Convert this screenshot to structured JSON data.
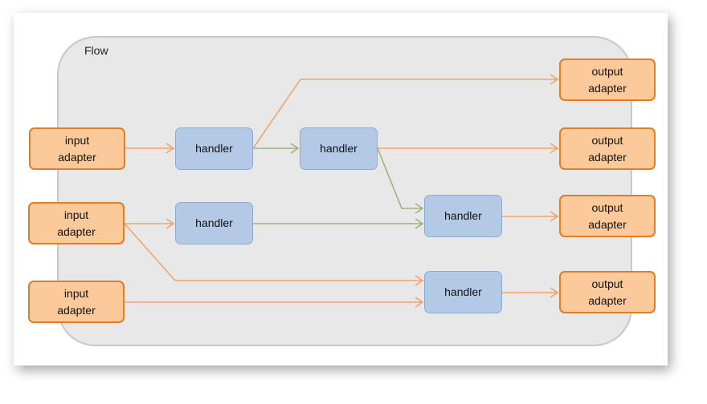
{
  "flow": {
    "label": "Flow"
  },
  "nodes": {
    "input_1": "input\nadapter",
    "input_2": "input\nadapter",
    "input_3": "input\nadapter",
    "handler_1": "handler",
    "handler_2": "handler",
    "handler_3": "handler",
    "handler_4": "handler",
    "handler_5": "handler",
    "output_1": "output\nadapter",
    "output_2": "output\nadapter",
    "output_3": "output\nadapter",
    "output_4": "output\nadapter"
  },
  "colors": {
    "adapter_fill": "#fbc99a",
    "adapter_border": "#e07d27",
    "handler_fill": "#b4c9e5",
    "handler_border": "#8eaad0",
    "edge_orange": "#f0a46a",
    "edge_green": "#9bb380",
    "flow_region": "#e8e8e8"
  },
  "edges": [
    {
      "from": "input_1",
      "to": "handler_1",
      "color": "orange"
    },
    {
      "from": "handler_1",
      "to": "handler_2",
      "color": "green"
    },
    {
      "from": "handler_1",
      "to": "output_1",
      "color": "orange"
    },
    {
      "from": "handler_2",
      "to": "output_2",
      "color": "orange"
    },
    {
      "from": "handler_2",
      "to": "handler_4",
      "color": "green"
    },
    {
      "from": "input_2",
      "to": "handler_3",
      "color": "orange"
    },
    {
      "from": "handler_3",
      "to": "handler_4",
      "color": "green"
    },
    {
      "from": "input_2",
      "to": "handler_5",
      "color": "orange"
    },
    {
      "from": "input_3",
      "to": "handler_5",
      "color": "orange"
    },
    {
      "from": "handler_4",
      "to": "output_3",
      "color": "orange"
    },
    {
      "from": "handler_5",
      "to": "output_4",
      "color": "orange"
    }
  ]
}
